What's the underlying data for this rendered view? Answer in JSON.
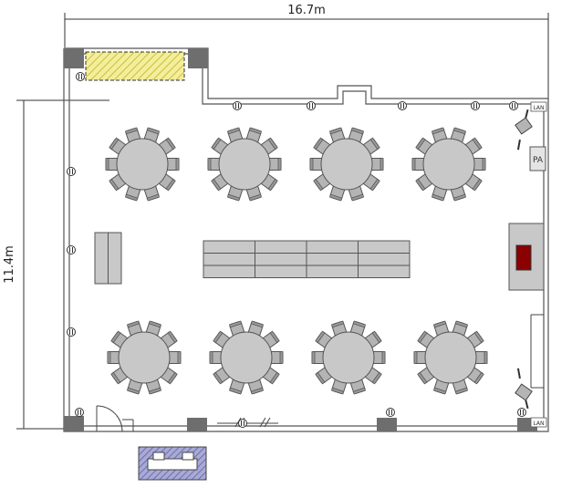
{
  "dimensions": {
    "width_label": "16.7m",
    "height_label": "11.4m"
  },
  "labels": {
    "pa": "PA",
    "lan_top": "LAN",
    "lan_bottom": "LAN"
  },
  "colors": {
    "wall": "#6e6e6e",
    "table_fill": "#c8c8c8",
    "chair_fill": "#b4b4b4",
    "outline": "#555555",
    "stage_fill": "#f4ee9c",
    "stage_hatch": "#c9bf3c",
    "podium": "#8b0000",
    "entrance_fill": "#a9a9d6",
    "entrance_hatch": "#5b5b9e"
  },
  "furniture": {
    "round_tables_top_row": 4,
    "round_tables_bottom_row": 4,
    "chairs_per_table": 10,
    "long_table_grid": "4 x 3"
  }
}
